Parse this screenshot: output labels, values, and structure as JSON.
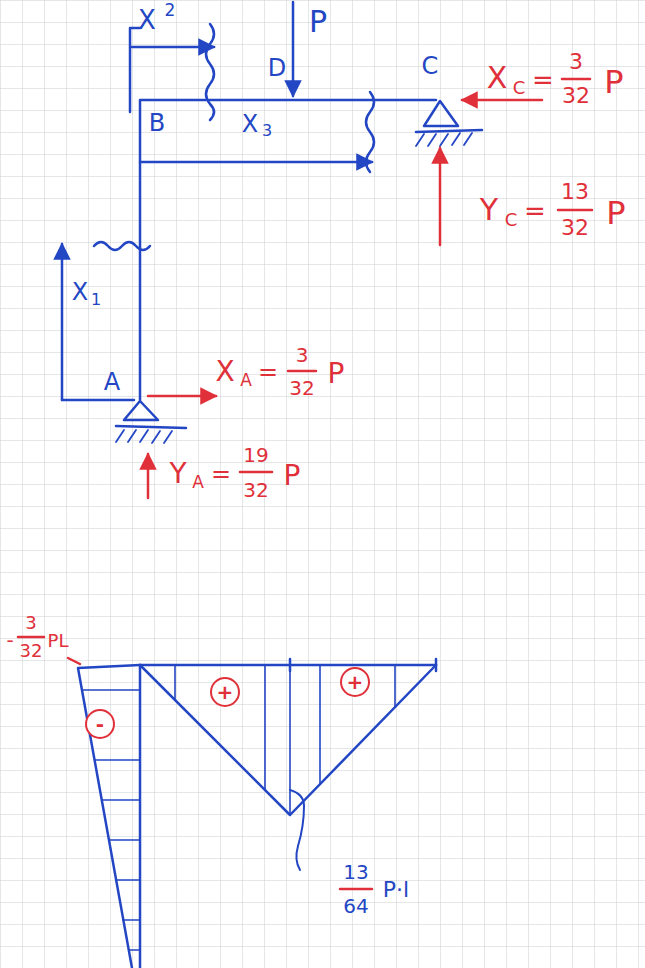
{
  "diagram": {
    "nodes": [
      {
        "text": [
          "-"
        ]
      },
      {
        "text": [
          "+"
        ]
      },
      {
        "text": [
          "+"
        ]
      }
    ],
    "labels": [
      "X",
      "2",
      "P",
      "D",
      "C",
      "B",
      "X",
      "3",
      "X",
      "1",
      "A",
      "X",
      "C",
      "=",
      "3",
      "32",
      "P",
      "Y",
      "C",
      "=",
      "13",
      "32",
      "P",
      "X",
      "A",
      "=",
      "3",
      "32",
      "P",
      "Y",
      "A",
      "=",
      "19",
      "32",
      "P",
      "-",
      "3",
      "32",
      "PL",
      "13",
      "64",
      "P·l"
    ]
  }
}
